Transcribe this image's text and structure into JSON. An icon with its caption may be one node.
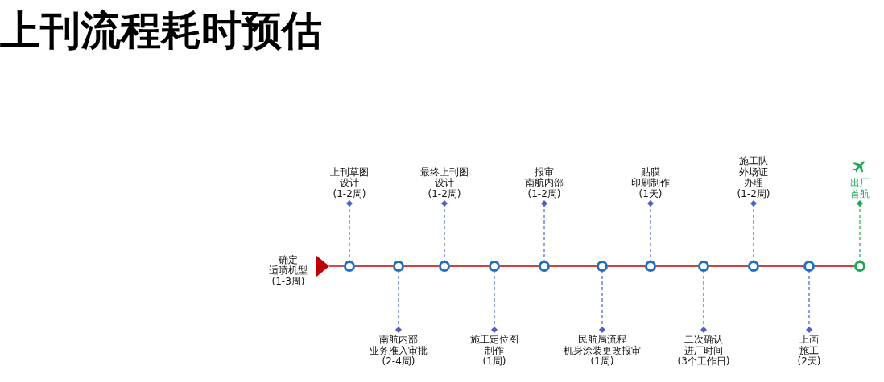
{
  "diagram": {
    "title": "上刊流程耗时预估",
    "nodes": [
      {
        "text": [
          "确定适喷机型",
          "(1-3周)"
        ]
      },
      {
        "text": [],
        "shape": "triangle"
      },
      {
        "text": [
          "上刊草图设计",
          "(1-2周)"
        ]
      },
      {
        "text": [],
        "shape": "circle"
      },
      {
        "text": [
          "南航内部业务准入审批",
          "(2-4周)"
        ]
      },
      {
        "text": [],
        "shape": "circle"
      },
      {
        "text": [
          "最终上刊图设计",
          "(1-2周)"
        ]
      },
      {
        "text": [],
        "shape": "circle"
      },
      {
        "text": [
          "施工定位图制作",
          "(1周)"
        ]
      },
      {
        "text": [],
        "shape": "circle"
      },
      {
        "text": [
          "报审南航内部",
          "(1-2周)"
        ]
      },
      {
        "text": [],
        "shape": "circle"
      },
      {
        "text": [
          "民航局流程机身涂装更改报审",
          "(1周)"
        ]
      },
      {
        "text": [],
        "shape": "circle"
      },
      {
        "text": [
          "贴膜印刷制作",
          "(1天)"
        ]
      },
      {
        "text": [],
        "shape": "circle"
      },
      {
        "text": [
          "二次确认进厂时间",
          "(3个工作日)"
        ]
      },
      {
        "text": [],
        "shape": "circle"
      },
      {
        "text": [
          "施工队外场证办理",
          "(1-2周)"
        ]
      },
      {
        "text": [],
        "shape": "circle"
      },
      {
        "text": [
          "上画施工",
          "(2天)"
        ]
      },
      {
        "text": [],
        "shape": "circle"
      },
      {
        "text": [
          "出厂首航"
        ]
      },
      {
        "text": [],
        "shape": "circle"
      }
    ],
    "edges": [
      {
        "from": 1,
        "to": 3,
        "arrow": "none",
        "color": "#c00000"
      },
      {
        "from": 3,
        "to": 5,
        "arrow": "none",
        "color": "#c00000"
      },
      {
        "from": 5,
        "to": 7,
        "arrow": "none",
        "color": "#c00000"
      },
      {
        "from": 7,
        "to": 9,
        "arrow": "none",
        "color": "#c00000"
      },
      {
        "from": 9,
        "to": 11,
        "arrow": "none",
        "color": "#c00000"
      },
      {
        "from": 11,
        "to": 13,
        "arrow": "none",
        "color": "#c00000"
      },
      {
        "from": 13,
        "to": 15,
        "arrow": "none",
        "color": "#c00000"
      },
      {
        "from": 15,
        "to": 17,
        "arrow": "none",
        "color": "#c00000"
      },
      {
        "from": 17,
        "to": 19,
        "arrow": "none",
        "color": "#c00000"
      },
      {
        "from": 19,
        "to": 21,
        "arrow": "none",
        "color": "#c00000"
      },
      {
        "from": 21,
        "to": 23,
        "arrow": "none",
        "color": "#c00000"
      },
      {
        "from": 2,
        "to": 3,
        "arrow": "other",
        "style": "dashed",
        "color": "#4a5fd0"
      },
      {
        "from": 4,
        "to": 5,
        "arrow": "other",
        "style": "dashed",
        "color": "#4a5fd0"
      },
      {
        "from": 6,
        "to": 7,
        "arrow": "other",
        "style": "dashed",
        "color": "#4a5fd0"
      },
      {
        "from": 8,
        "to": 9,
        "arrow": "other",
        "style": "dashed",
        "color": "#4a5fd0"
      },
      {
        "from": 10,
        "to": 11,
        "arrow": "other",
        "style": "dashed",
        "color": "#4a5fd0"
      },
      {
        "from": 12,
        "to": 13,
        "arrow": "other",
        "style": "dashed",
        "color": "#4a5fd0"
      },
      {
        "from": 14,
        "to": 15,
        "arrow": "other",
        "style": "dashed",
        "color": "#4a5fd0"
      },
      {
        "from": 16,
        "to": 17,
        "arrow": "other",
        "style": "dashed",
        "color": "#4a5fd0"
      },
      {
        "from": 18,
        "to": 19,
        "arrow": "other",
        "style": "dashed",
        "color": "#4a5fd0"
      },
      {
        "from": 20,
        "to": 21,
        "arrow": "other",
        "style": "dashed",
        "color": "#4a5fd0"
      },
      {
        "from": 22,
        "to": 23,
        "arrow": "other",
        "style": "dashed",
        "color": "#1aaa55"
      }
    ]
  }
}
